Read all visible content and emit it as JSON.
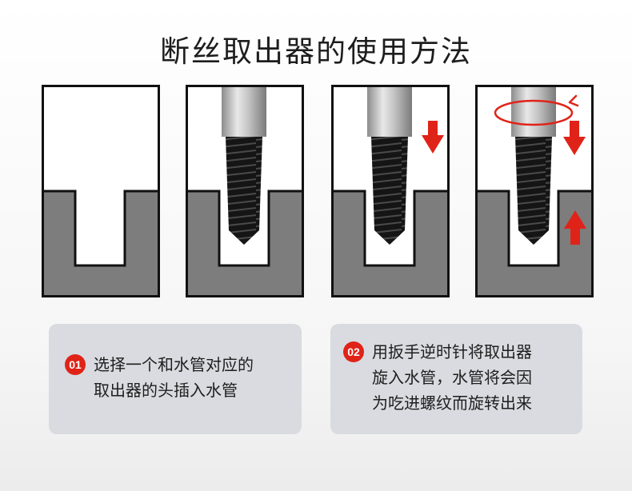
{
  "title": "断丝取出器的使用方法",
  "steps": [
    {
      "number": "01",
      "lines": [
        "选择一个和水管对应的",
        "取出器的头插入水管"
      ]
    },
    {
      "number": "02",
      "lines": [
        "用扳手逆时针将取出器",
        "旋入水管，水管将会因",
        "为吃进螺纹而旋转出来"
      ]
    }
  ],
  "colors": {
    "accent": "#e02318",
    "pipe_gray": "#7d7d7d",
    "card_bg": "#d9dbe0",
    "tool_body": "#1a1a1a"
  },
  "icons": [
    "arrow-down-icon",
    "arrow-up-icon",
    "rotate-counterclockwise-icon"
  ]
}
